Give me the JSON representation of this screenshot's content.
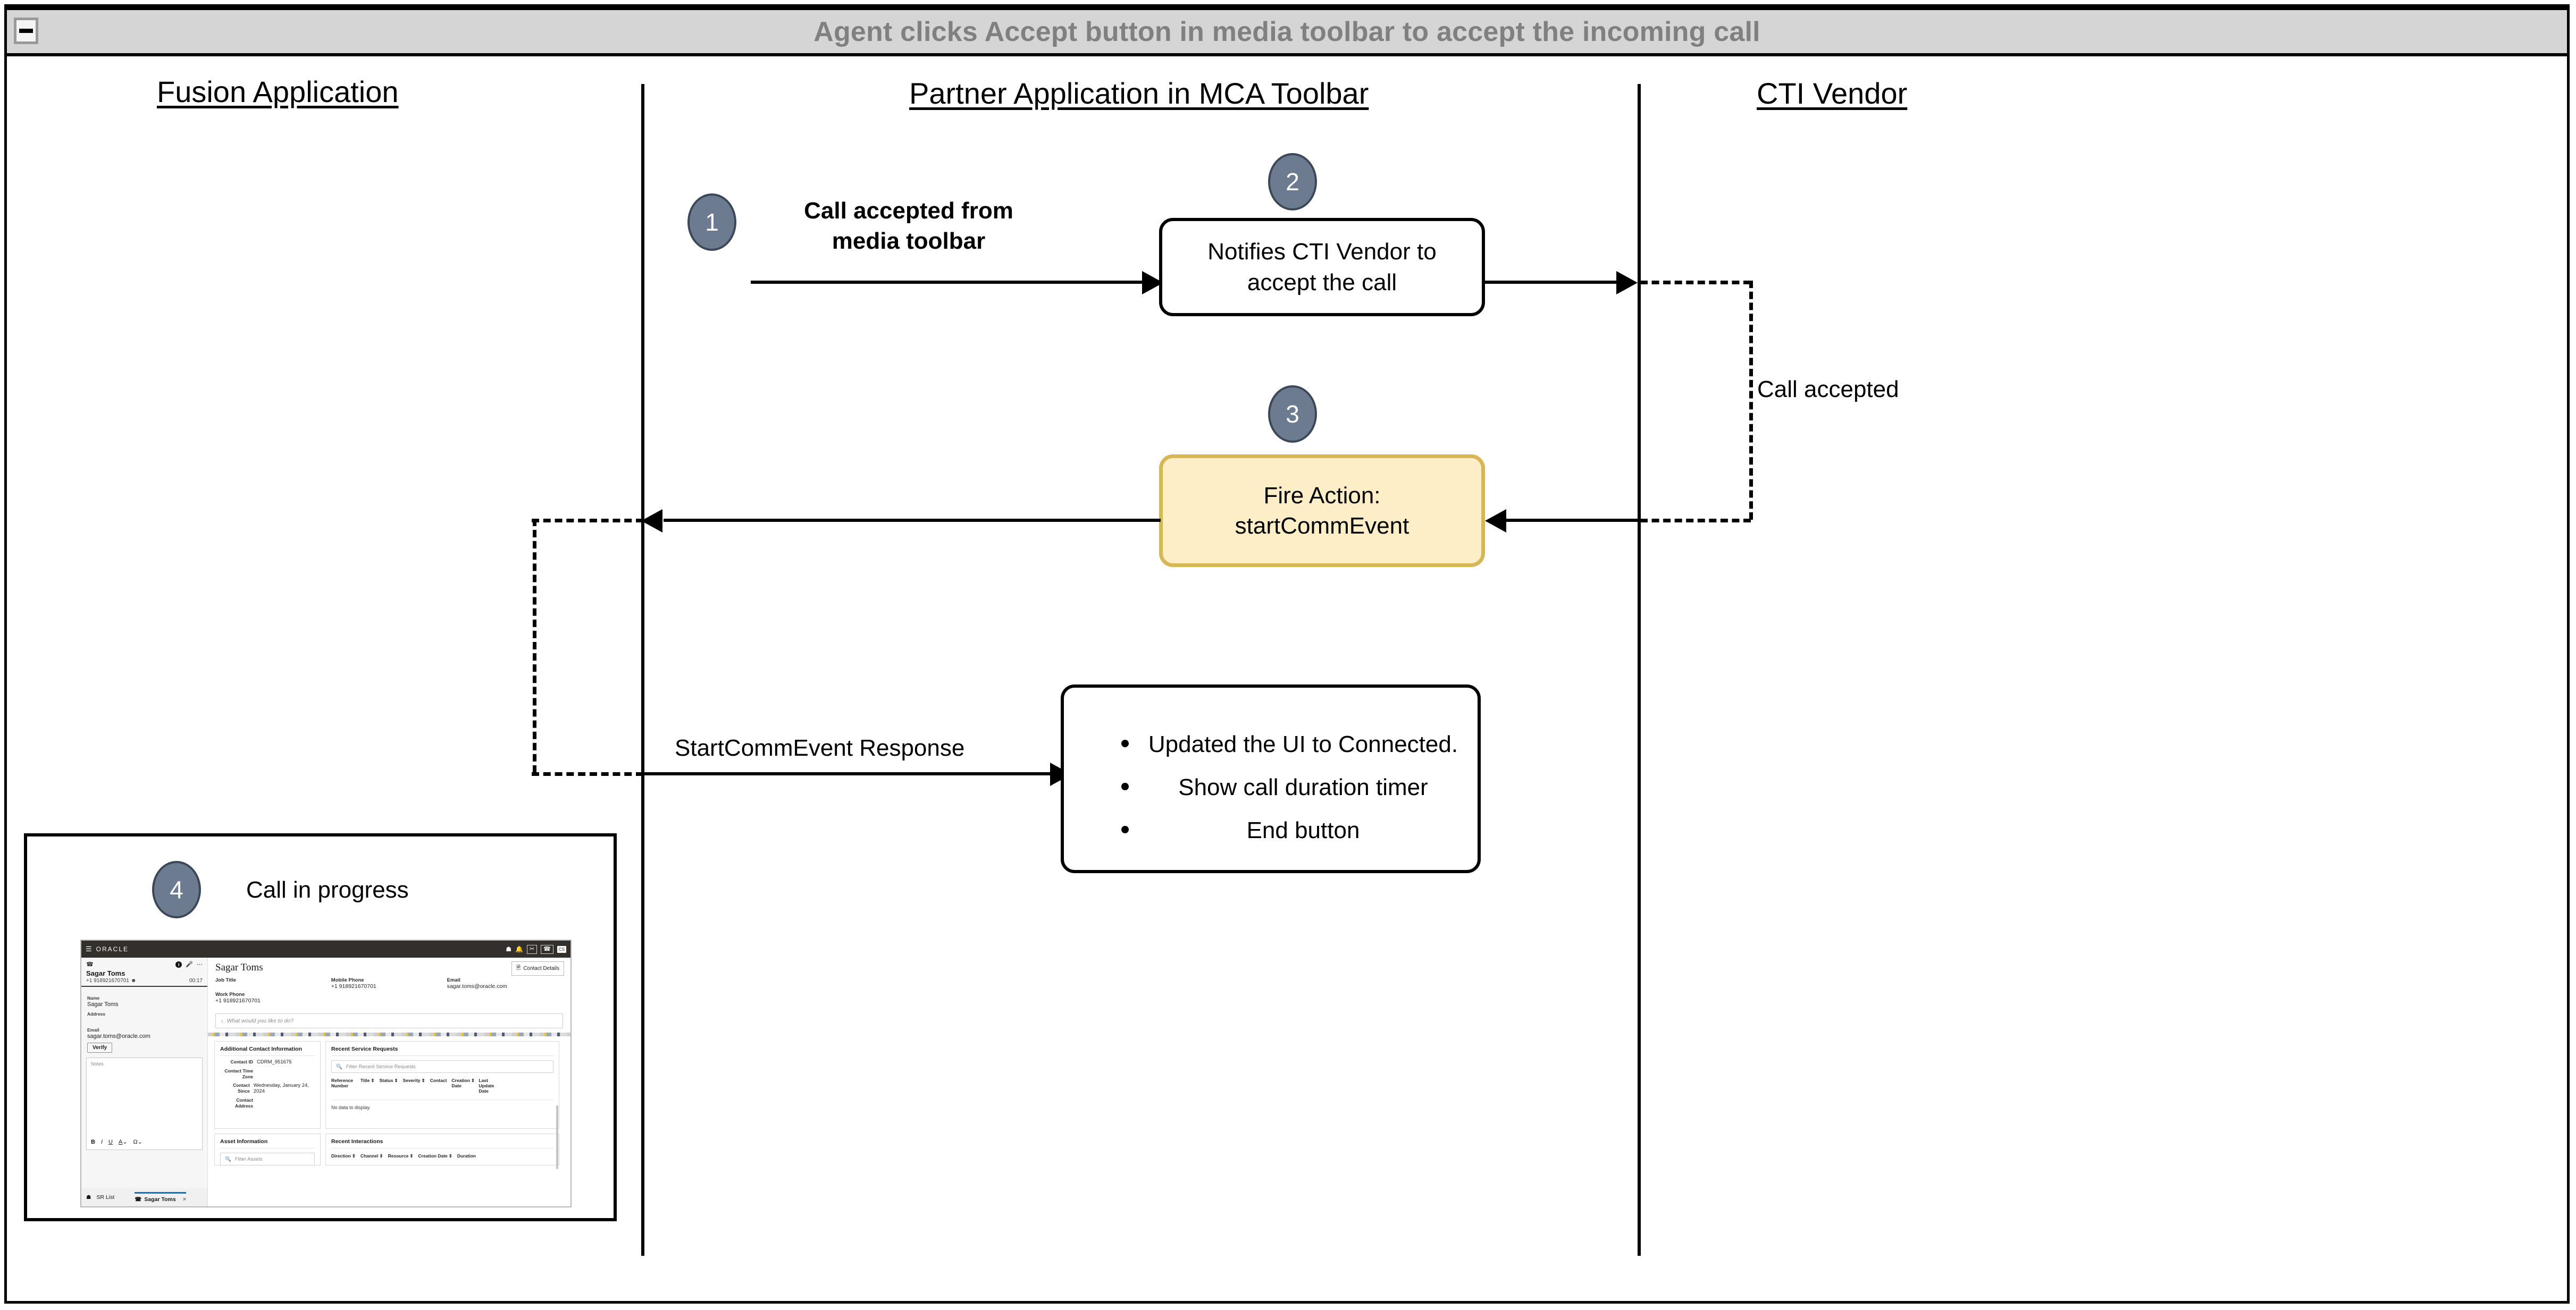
{
  "window": {
    "title": "Agent clicks Accept button in media toolbar to accept the incoming call",
    "collapse_icon": "minimize-icon"
  },
  "lanes": [
    {
      "id": "fusion",
      "label": "Fusion Application"
    },
    {
      "id": "partner",
      "label": "Partner Application in MCA Toolbar"
    },
    {
      "id": "cti",
      "label": "CTI Vendor"
    }
  ],
  "steps": [
    {
      "number": "1",
      "caption_line1": "Call accepted from",
      "caption_line2": "media toolbar"
    },
    {
      "number": "2",
      "caption": "Notifies CTI Vendor to accept the call"
    },
    {
      "number": "3",
      "caption_line1": "Fire Action:",
      "caption_line2": "startCommEvent"
    },
    {
      "number": "4",
      "caption": "Call in progress"
    }
  ],
  "nodes": {
    "notify_box": {
      "line1": "Notifies CTI Vendor to",
      "line2": "accept the call"
    },
    "fire_action_box": {
      "line1": "Fire Action:",
      "line2": "startCommEvent",
      "fill": "#fdeec8",
      "stroke": "#d6b656"
    },
    "result_box": {
      "bullets": [
        "Updated the UI to Connected.",
        "Show call duration timer",
        "End button"
      ]
    }
  },
  "edges": [
    {
      "label": "Call accepted"
    },
    {
      "label": "StartCommEvent Response"
    }
  ],
  "screenshot": {
    "topbar": {
      "menu_icon": "hamburger-icon",
      "brand": "ORACLE",
      "icons": [
        "home-icon",
        "bell-icon",
        "scissors-icon",
        "phone-icon"
      ],
      "avatar": "CS"
    },
    "toolbar_panel": {
      "phone_icon": "phone-handset-icon",
      "info_icon": "info-icon",
      "mic_icon": "microphone-icon",
      "more_icon": "more-options-icon",
      "contact_name": "Sagar Toms",
      "contact_phone": "+1 918921670701",
      "person_icon": "person-icon",
      "timer": "00:17",
      "fields": [
        {
          "label": "Name",
          "value": "Sagar Toms"
        },
        {
          "label": "Address",
          "value": ""
        },
        {
          "label": "Email",
          "value": "sagar.toms@oracle.com"
        }
      ],
      "verify_button": "Verify",
      "notes_placeholder": "Notes",
      "notes_tools": [
        "B",
        "I",
        "U",
        "A",
        "˅",
        "Ω",
        "˅"
      ],
      "tabs": [
        {
          "label": "SR List",
          "icon": "home-outline-icon",
          "active": false
        },
        {
          "label": "Sagar Toms",
          "icon": "phone-handset-icon",
          "active": true,
          "close": "×"
        }
      ]
    },
    "main": {
      "title": "Sagar Toms",
      "contact_details_button": "Contact Details",
      "contact_details_icon": "contact-card-icon",
      "fields": [
        {
          "label": "Job Title",
          "value": ""
        },
        {
          "label": "Mobile Phone",
          "value": "+1 918921670701"
        },
        {
          "label": "Email",
          "value": "sagar.toms@oracle.com"
        },
        {
          "label": "Work Phone",
          "value": "+1 918921670701"
        }
      ],
      "ask_placeholder": "What would you like to do?",
      "ask_icon": "chevron-right-icon",
      "additional_contact": {
        "title": "Additional Contact Information",
        "rows": [
          {
            "key": "Contact ID",
            "value": "CDRM_951675"
          },
          {
            "key": "Contact Time Zone",
            "value": ""
          },
          {
            "key": "Contact Since",
            "value": "Wednesday, January 24, 2024"
          },
          {
            "key": "Contact Address",
            "value": ""
          }
        ]
      },
      "recent_service_requests": {
        "title": "Recent Service Requests",
        "search_icon": "search-icon",
        "search_placeholder": "Filter Recent Service Requests",
        "columns": [
          "Reference Number",
          "Title",
          "Status",
          "Severity",
          "Contact",
          "Creation Date",
          "Last Update Date"
        ],
        "empty_text": "No data to display."
      },
      "asset_information": {
        "title": "Asset Information",
        "search_icon": "search-icon",
        "search_placeholder": "Filter Assets"
      },
      "recent_interactions": {
        "title": "Recent Interactions",
        "columns": [
          "Direction",
          "Channel",
          "Resource",
          "Creation Date",
          "Duration"
        ]
      }
    }
  }
}
